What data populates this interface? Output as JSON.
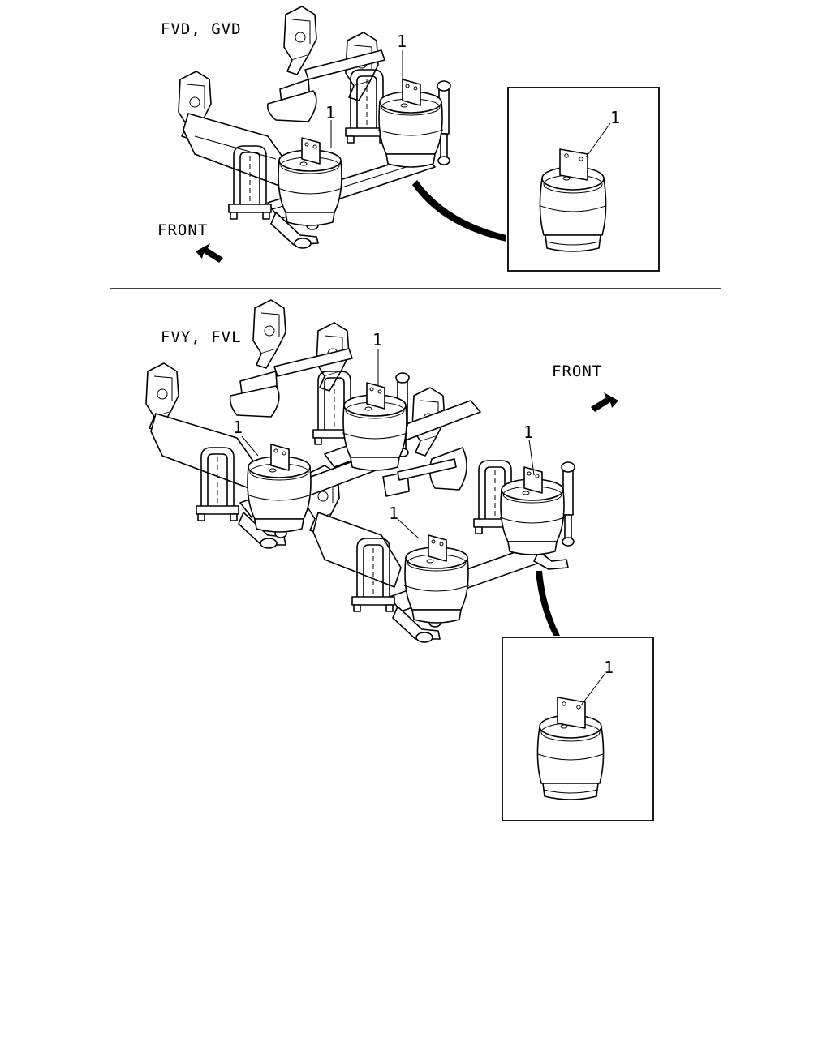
{
  "diagrams": [
    {
      "model_label": "FVD, GVD",
      "front_label": "FRONT",
      "callout": "1",
      "inset_callout": "1"
    },
    {
      "model_label": "FVY, FVL",
      "front_label": "FRONT",
      "callout": "1",
      "inset_callout": "1"
    }
  ]
}
